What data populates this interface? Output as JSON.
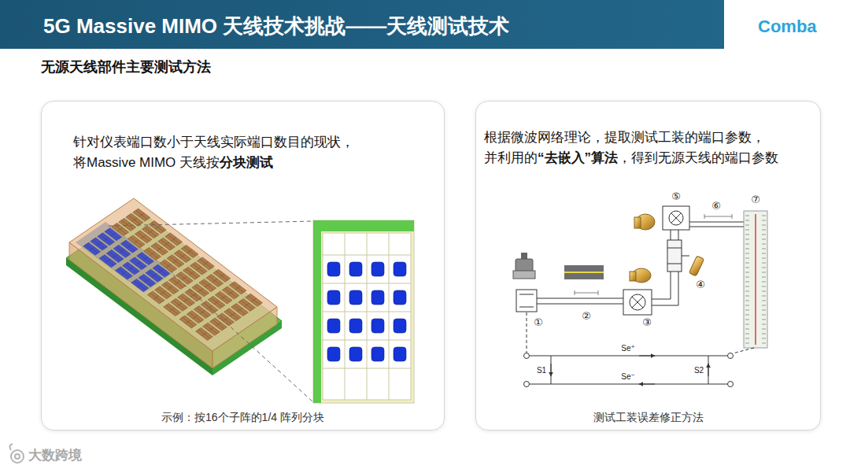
{
  "diagram": {
    "title": "5G Massive MIMO 天线技术挑战——天线测试技术",
    "nodes": [
      {
        "text": [
          "针对仪表端口数小于天线实际端口数目的现状，",
          "将Massive MIMO 天线按",
          "分块测试",
          "示例：按16个子阵的1/4 阵列分块"
        ]
      },
      {
        "text": [
          "根据微波网络理论，提取测试工装的端口参数，",
          "并利用的",
          "“去嵌入”算法",
          "，得到无源天线的端口参数",
          "测试工装误差修正方法"
        ]
      }
    ],
    "labels": [
      "无源天线部件主要测试方法",
      "Comba",
      "①",
      "②",
      "③",
      "④",
      "⑤",
      "⑥",
      "⑦",
      "Se⁺",
      "Se⁻",
      "S1",
      "S2",
      "大数跨境"
    ]
  }
}
